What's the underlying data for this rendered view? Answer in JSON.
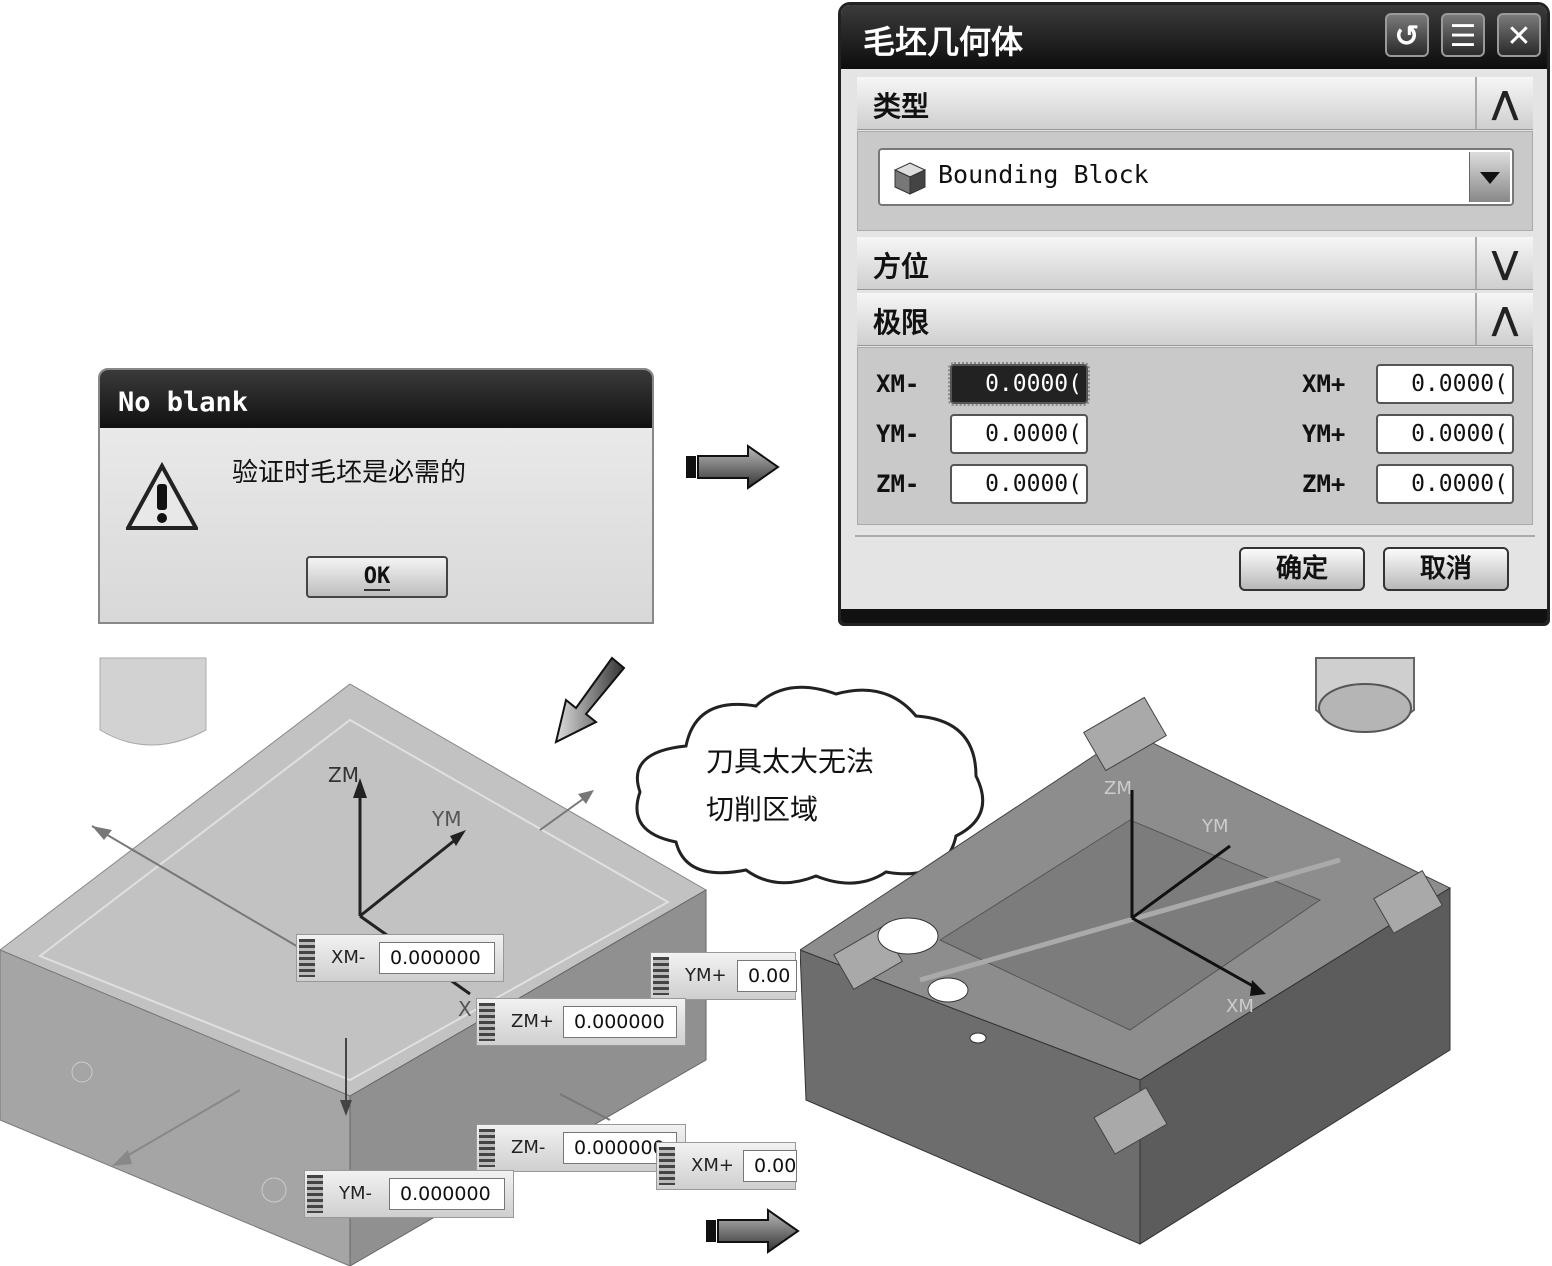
{
  "no_blank_dialog": {
    "title": "No blank",
    "message": "验证时毛坯是必需的",
    "ok_label": "OK"
  },
  "blank_geometry_dialog": {
    "title": "毛坯几何体",
    "sections": {
      "type_label": "类型",
      "orientation_label": "方位",
      "limits_label": "极限"
    },
    "type_value": "Bounding Block",
    "limits": {
      "xm_minus_label": "XM-",
      "xm_minus_value": "0.0000(",
      "ym_minus_label": "YM-",
      "ym_minus_value": "0.0000(",
      "zm_minus_label": "ZM-",
      "zm_minus_value": "0.0000(",
      "xm_plus_label": "XM+",
      "xm_plus_value": "0.0000(",
      "ym_plus_label": "YM+",
      "ym_plus_value": "0.0000(",
      "zm_plus_label": "ZM+",
      "zm_plus_value": "0.0000("
    },
    "ok_label": "确定",
    "cancel_label": "取消"
  },
  "left_view": {
    "axis_labels": {
      "zm": "ZM",
      "ym": "YM",
      "xm": "X"
    },
    "handles": {
      "xm_minus": {
        "label": "XM-",
        "value": "0.000000"
      },
      "ym_plus": {
        "label": "YM+",
        "value": "0.00"
      },
      "zm_plus": {
        "label": "ZM+",
        "value": "0.000000"
      },
      "zm_minus": {
        "label": "ZM-",
        "value": "0.000000"
      },
      "xm_plus": {
        "label": "XM+",
        "value": "0.00"
      },
      "ym_minus": {
        "label": "YM-",
        "value": "0.000000"
      }
    }
  },
  "callout": {
    "line1": "刀具太大无法",
    "line2": "切削区域"
  },
  "right_view": {
    "axis_labels": {
      "zm": "ZM",
      "ym": "YM",
      "xm": "XM"
    }
  }
}
